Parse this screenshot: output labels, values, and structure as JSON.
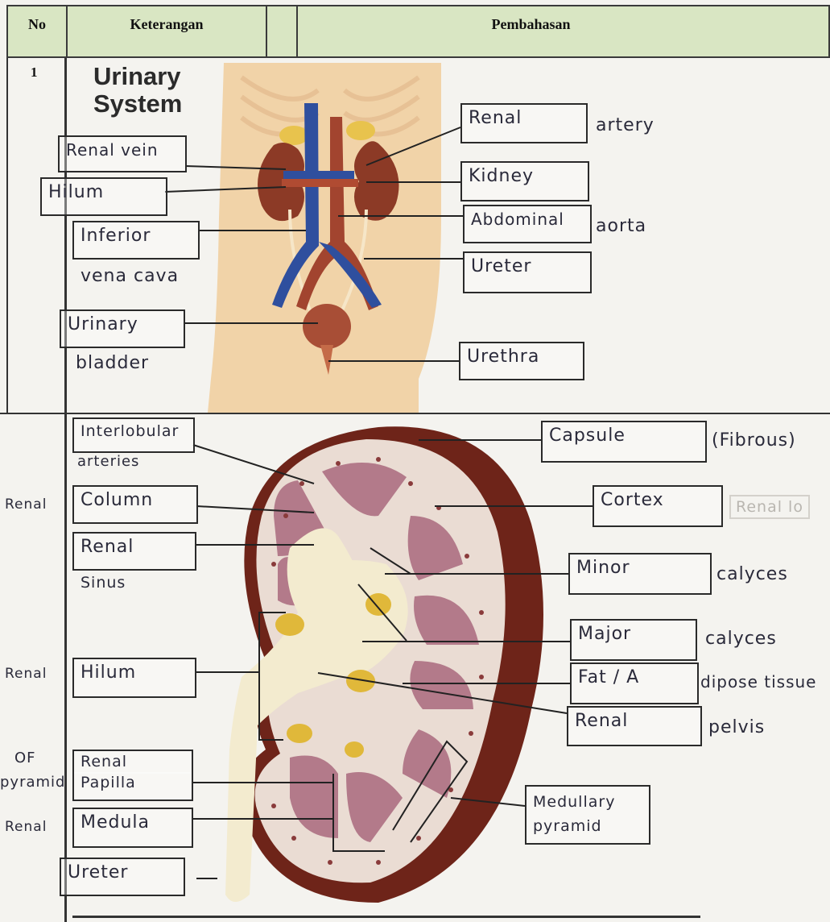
{
  "table": {
    "headers": {
      "no": "No",
      "keterangan": "Keterangan",
      "pembahasan": "Pembahasan"
    },
    "row1_number": "1"
  },
  "figure1": {
    "title_line1": "Urinary",
    "title_line2": "System",
    "labels_left": [
      "Renal vein",
      "Hilum",
      "Inferior",
      "vena cava",
      "Urinary",
      "bladder"
    ],
    "labels_right": [
      "Renal",
      "artery",
      "Kidney",
      "Abdominal",
      "aorta",
      "Ureter",
      "Urethra"
    ]
  },
  "figure2": {
    "labels_left": [
      "Interlobular",
      "arteries",
      "Renal",
      "Column",
      "Renal",
      "Sinus",
      "Renal",
      "Hilum",
      "OF",
      "pyramid",
      "Renal",
      "Papilla",
      "Renal",
      "Medula",
      "Ureter"
    ],
    "labels_right": [
      "Capsule",
      "(Fibrous)",
      "Cortex",
      "Renal lo",
      "Minor",
      "calyces",
      "Major",
      "calyces",
      "Fat / A",
      "dipose tissue",
      "Renal",
      "pelvis"
    ],
    "labels_bottom": [
      "Medullary",
      "pyramid"
    ]
  }
}
